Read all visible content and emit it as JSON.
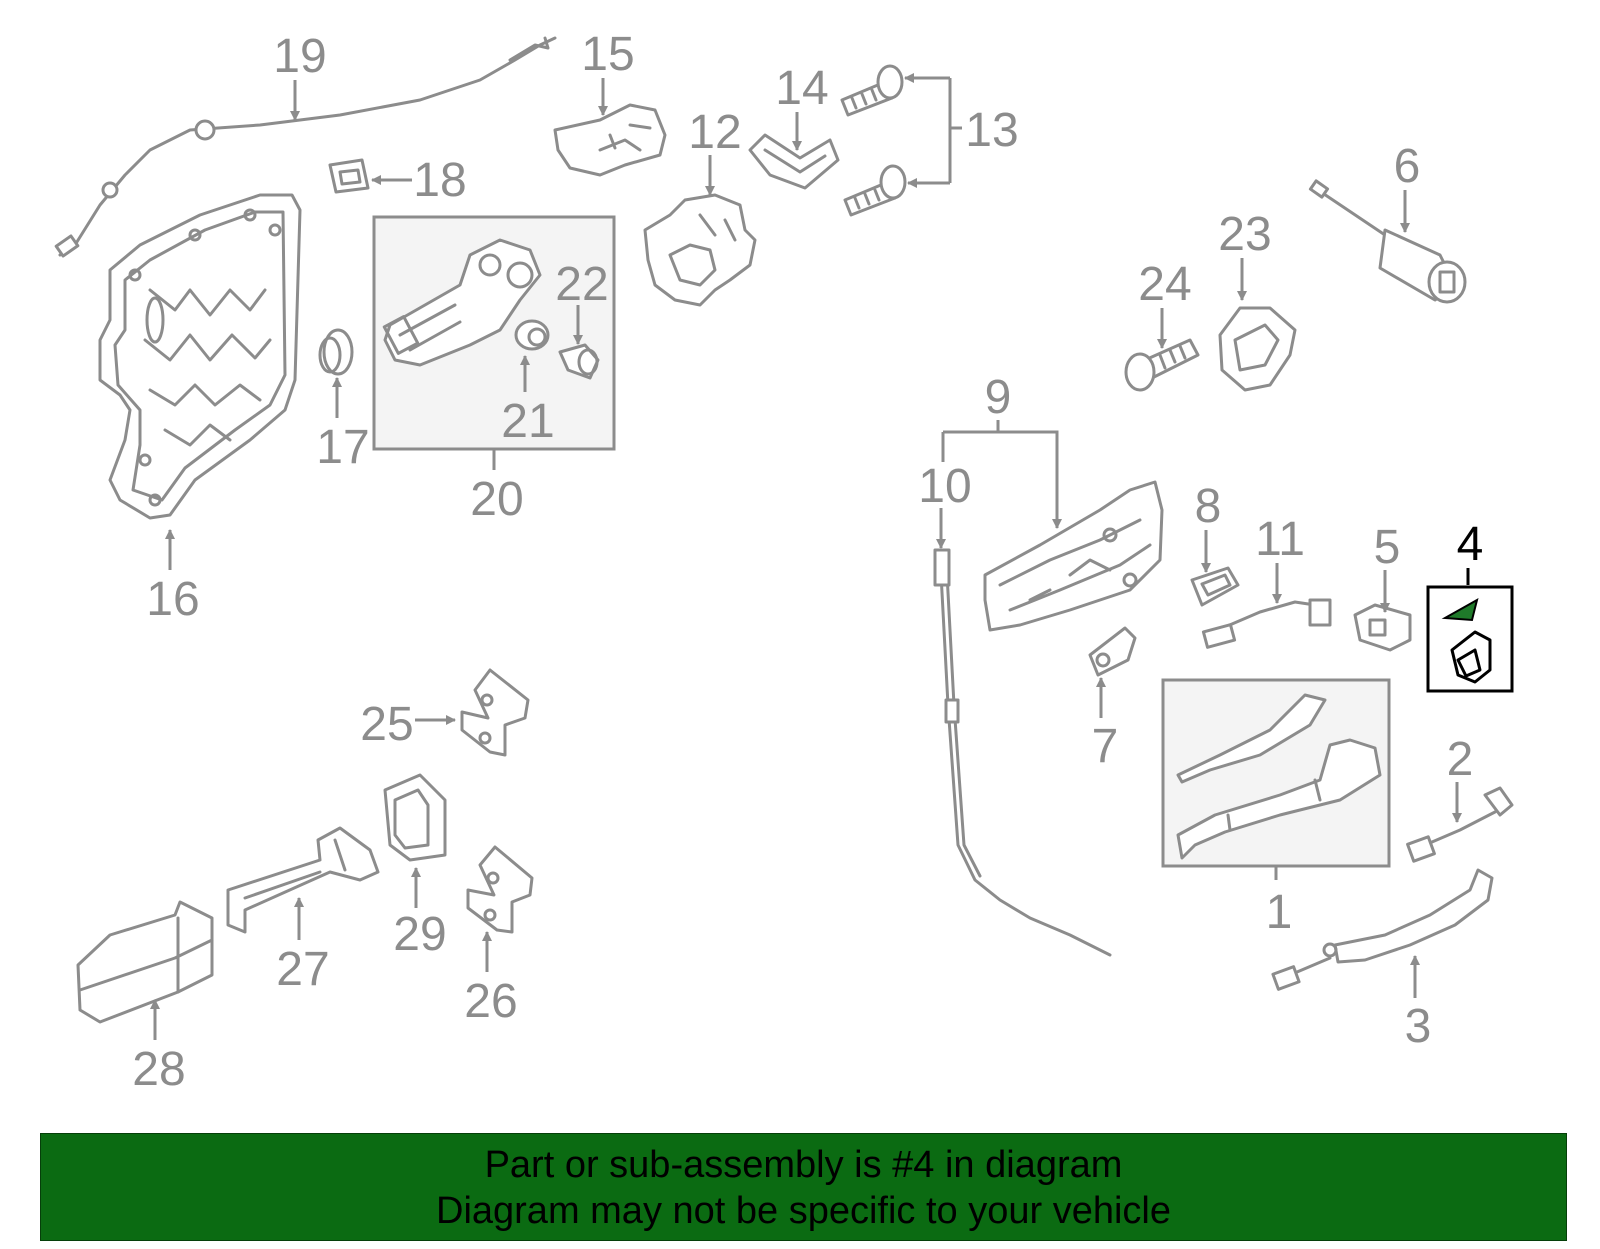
{
  "callouts": {
    "c1": "1",
    "c2": "2",
    "c3": "3",
    "c4": "4",
    "c5": "5",
    "c6": "6",
    "c7": "7",
    "c8": "8",
    "c9": "9",
    "c10": "10",
    "c11": "11",
    "c12": "12",
    "c13": "13",
    "c14": "14",
    "c15": "15",
    "c16": "16",
    "c17": "17",
    "c18": "18",
    "c19": "19",
    "c20": "20",
    "c21": "21",
    "c22": "22",
    "c23": "23",
    "c24": "24",
    "c25": "25",
    "c26": "26",
    "c27": "27",
    "c28": "28",
    "c29": "29"
  },
  "highlighted_part": "4",
  "colors": {
    "line": "#8c8c8c",
    "highlight": "#000000",
    "banner_bg": "#0b6b12",
    "accent_green": "#1f7a2a"
  },
  "banner": {
    "line1": "Part or sub-assembly is #4 in diagram",
    "line2": "Diagram may not be specific to your vehicle"
  }
}
